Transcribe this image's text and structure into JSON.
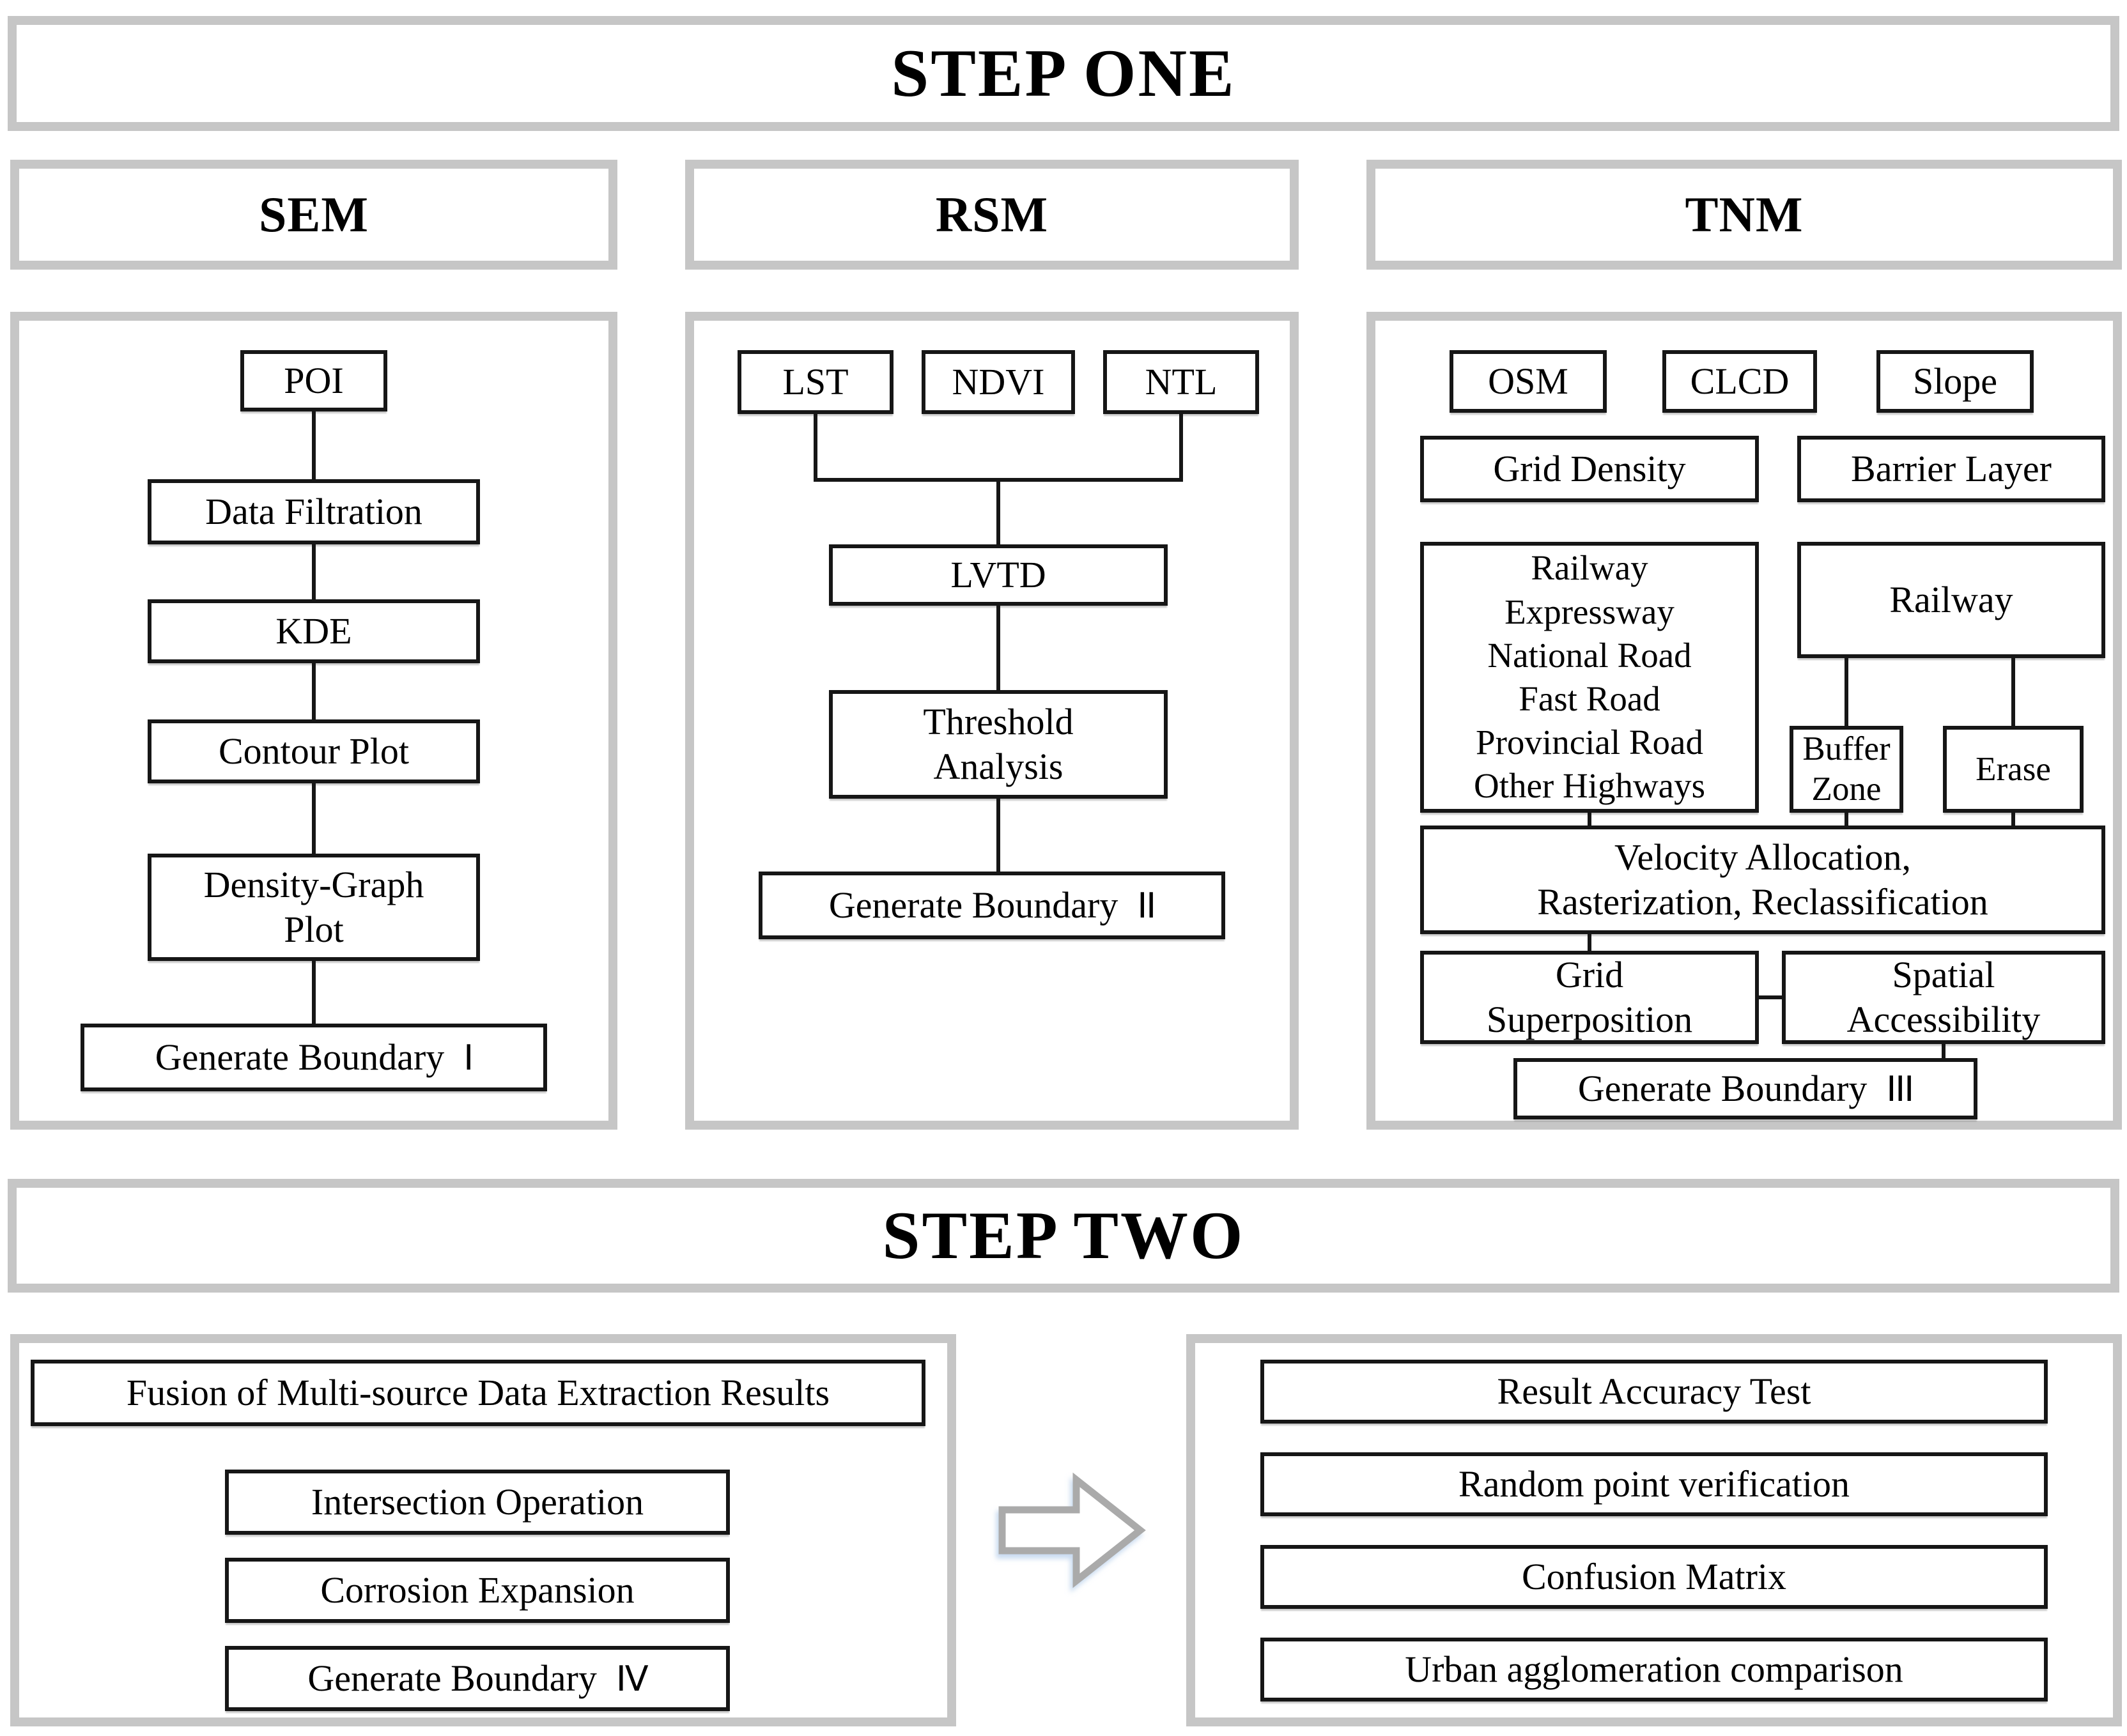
{
  "colors": {
    "frame_border": "#c6c6c6",
    "node_border": "#161616",
    "arrow_stroke": "#aaaaaa",
    "background": "#ffffff"
  },
  "step_one": {
    "title": "STEP ONE",
    "sem": {
      "header": "SEM",
      "poi": "POI",
      "filtration": "Data Filtration",
      "kde": "KDE",
      "contour": "Contour Plot",
      "density": [
        "Density-Graph",
        "Plot"
      ],
      "boundary": {
        "label": "Generate Boundary",
        "numeral": "I"
      }
    },
    "rsm": {
      "header": "RSM",
      "lst": "LST",
      "ndvi": "NDVI",
      "ntl": "NTL",
      "lvtd": "LVTD",
      "threshold": [
        "Threshold",
        "Analysis"
      ],
      "boundary": {
        "label": "Generate Boundary",
        "numeral": "II"
      }
    },
    "tnm": {
      "header": "TNM",
      "osm": "OSM",
      "clcd": "CLCD",
      "slope": "Slope",
      "grid_density": "Grid Density",
      "barrier_layer": "Barrier Layer",
      "roads": [
        "Railway",
        "Expressway",
        "National Road",
        "Fast Road",
        "Provincial Road",
        "Other Highways"
      ],
      "railway": "Railway",
      "buffer": [
        "Buffer",
        "Zone"
      ],
      "erase": "Erase",
      "velocity": [
        "Velocity Allocation,",
        "Rasterization, Reclassification"
      ],
      "grid_superposition": [
        "Grid",
        "Superposition"
      ],
      "spatial": [
        "Spatial",
        "Accessibility"
      ],
      "boundary": {
        "label": "Generate Boundary",
        "numeral": "III"
      }
    }
  },
  "step_two": {
    "title": "STEP TWO",
    "left": {
      "fusion": "Fusion of Multi-source Data Extraction Results",
      "intersection": "Intersection Operation",
      "corrosion": "Corrosion Expansion",
      "boundary": {
        "label": "Generate Boundary",
        "numeral": "IV"
      }
    },
    "right": {
      "items": [
        "Result Accuracy Test",
        "Random point verification",
        "Confusion Matrix",
        "Urban agglomeration comparison"
      ]
    }
  }
}
